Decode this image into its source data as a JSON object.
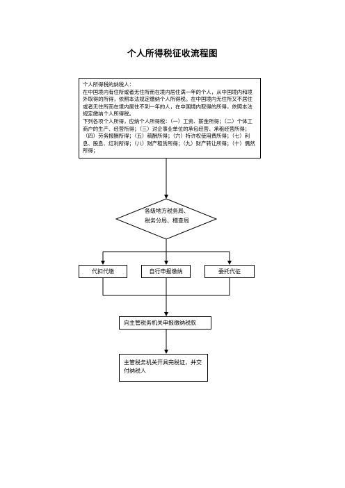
{
  "title": "个人所得税征收流程图",
  "info_box": {
    "lines": [
      "个人所得税的纳税人：",
      "在中国境内有住所或者无住所而在境内居住满一年的个人，从中国境内和境外取得的所得，依照本法规定缴纳个人所得税。在中国境内无住所又不居住或者无住所而在境内居住不到一年的人，在中国境内取得的所得，依照本法规定缴纳个人所得税。",
      "下列各项个人所得，应纳个人所得税：（一）工资、薪金所得；（二）个体工商户的生产、经营所得；（三）对企事业单位的承包经营、承租经营所得；（四）劳务报酬所得；（五）稿酬所得；（六）特许权使用费所得；（七）利息、股息、红利所得；（八）财产租赁所得；（九）财产转让所得；（十）偶然所得；"
    ]
  },
  "decision": {
    "line1": "各级地方税务局、",
    "line2": "税务分局、稽查局"
  },
  "branches": {
    "left": "代扣代缴",
    "middle": "自行申报缴纳",
    "right": "委托代征"
  },
  "step_declare": "向主管税务机关申报缴纳税款",
  "step_certificate": "主管税务机关开具完税证，并交付纳税人"
}
